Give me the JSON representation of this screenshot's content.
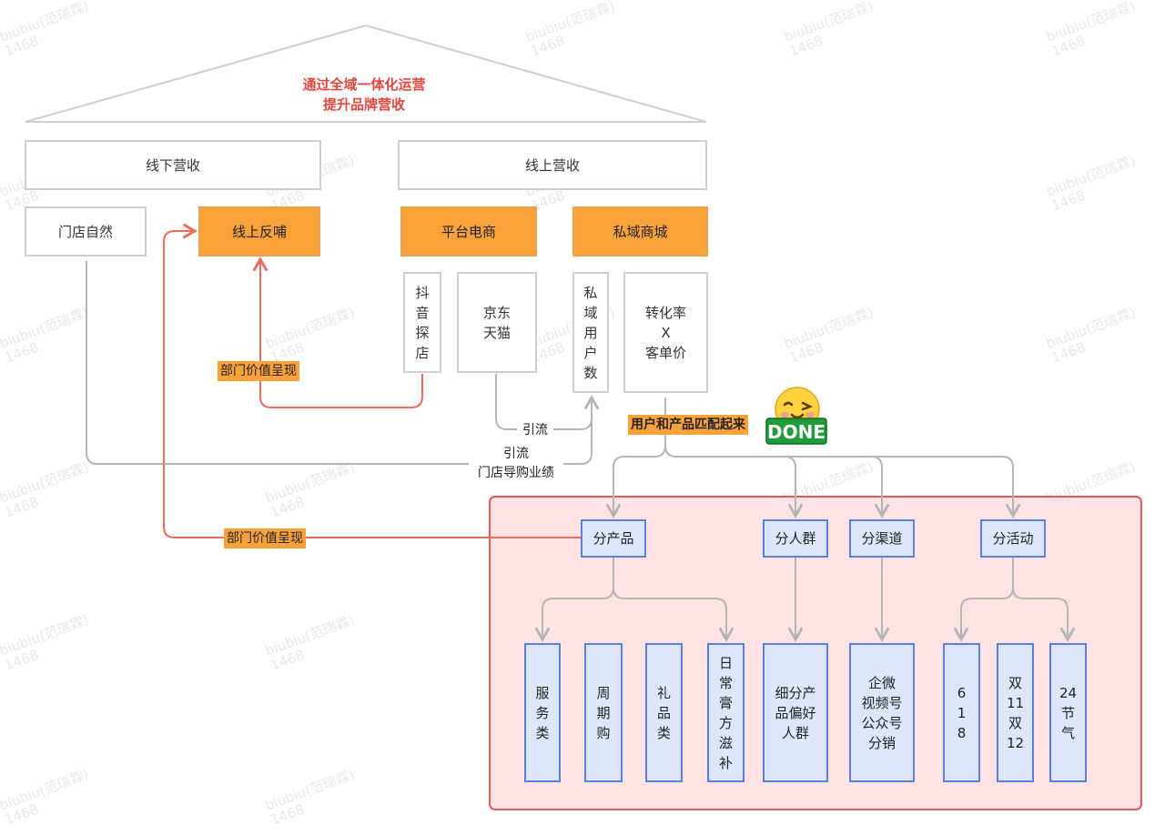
{
  "roof": {
    "title": "通过全域一体化运营\n提升品牌营收"
  },
  "revenue": {
    "offline": "线下营收",
    "online": "线上营收"
  },
  "channels": {
    "store_natural": "门店自然",
    "online_feed": "线上反哺",
    "platform_ecom": "平台电商",
    "private_mall": "私域商城"
  },
  "sub": {
    "douyin": "抖\n音\n探\n店",
    "jd_tmall": "京东\n天猫",
    "private_users": "私\n域\n用\n户\n数",
    "conversion": "转化率\nX\n客单价"
  },
  "labels": {
    "dept_value_1": "部门价值呈现",
    "dept_value_2": "部门价值呈现",
    "traffic_1": "引流",
    "traffic_2": "引流\n门店导购业绩",
    "match": "用户和产品匹配起来",
    "done": "DONE"
  },
  "segments": {
    "product": "分产品",
    "audience": "分人群",
    "channel": "分渠道",
    "activity": "分活动"
  },
  "leaves": {
    "service": "服\n务\n类",
    "periodic": "周\n期\n购",
    "gift": "礼\n品\n类",
    "daily_tonic": "日\n常\n膏\n方\n滋\n补",
    "audience_detail": "细分产\n品偏好\n人群",
    "channel_detail": "企微\n视频号\n公众号\n分销",
    "d618": "6\n1\n8",
    "d1112": "双\n11\n双\n12",
    "solar_terms": "24\n节\n气"
  },
  "watermark": "biubiu(范瑞霖)\n1468",
  "colors": {
    "orange": "#f9a23a",
    "red_line": "#ee6a5f",
    "grey_line": "#b5b5b5",
    "blue_border": "#5b7fe0",
    "blue_fill": "#dde6fb",
    "panel_fill": "#fde3e3",
    "panel_border": "#e8585a"
  }
}
